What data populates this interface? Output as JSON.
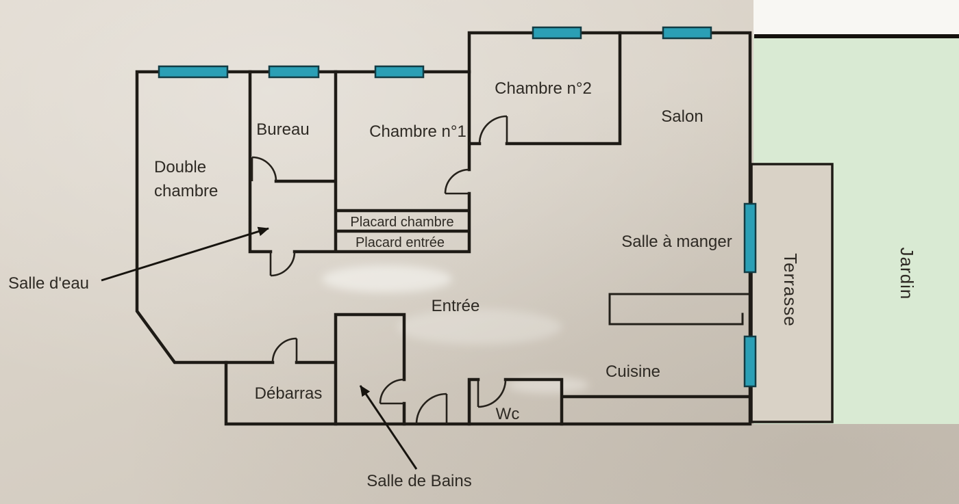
{
  "page": {
    "type": "apartment-floor-plan",
    "rooms": {
      "chambre2": "Chambre n°2",
      "salon": "Salon",
      "bureau": "Bureau",
      "chambre1": "Chambre n°1",
      "double_chambre_line1": "Double",
      "double_chambre_line2": "chambre",
      "placard_chambre": "Placard chambre",
      "placard_entree": "Placard entrée",
      "entree": "Entrée",
      "salle_a_manger": "Salle à manger",
      "cuisine": "Cuisine",
      "debarras": "Débarras",
      "wc": "Wc",
      "terrasse": "Terrasse",
      "jardin": "Jardin"
    },
    "annotations": {
      "salle_deau": "Salle d'eau",
      "salle_de_bains": "Salle de Bains"
    },
    "colors": {
      "paper": "#d8d1c6",
      "wall": "#1e1b16",
      "window": "#2b9fb5",
      "garden": "#d9ead3"
    }
  }
}
